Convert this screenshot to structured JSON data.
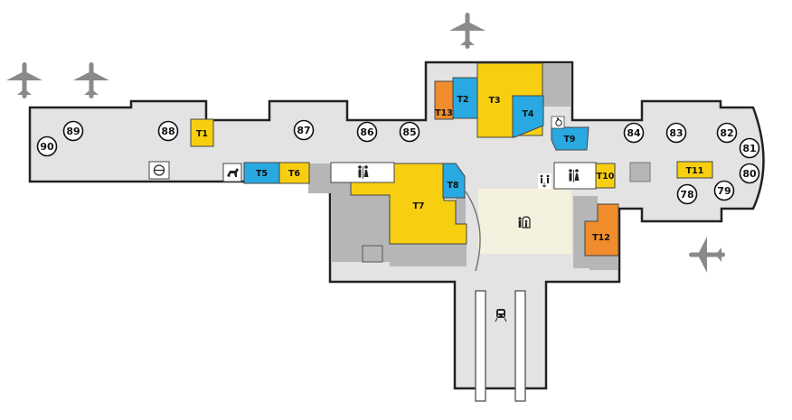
{
  "colors": {
    "floor": "#e3e3e3",
    "outline": "#222222",
    "yellow_shop": "#f8cf10",
    "blue_shop": "#29a9e1",
    "orange_shop": "#f08c2c",
    "gray_block": "#b6b6b6",
    "plaza": "#f4f2de",
    "plane": "#8a8a8a"
  },
  "gates": [
    {
      "id": "g90",
      "label": "90"
    },
    {
      "id": "g89",
      "label": "89"
    },
    {
      "id": "g88",
      "label": "88"
    },
    {
      "id": "g87",
      "label": "87"
    },
    {
      "id": "g86",
      "label": "86"
    },
    {
      "id": "g85",
      "label": "85"
    },
    {
      "id": "g84",
      "label": "84"
    },
    {
      "id": "g83",
      "label": "83"
    },
    {
      "id": "g82",
      "label": "82"
    },
    {
      "id": "g81",
      "label": "81"
    },
    {
      "id": "g80",
      "label": "80"
    },
    {
      "id": "g79",
      "label": "79"
    },
    {
      "id": "g78",
      "label": "78"
    }
  ],
  "shops": {
    "t1": "T1",
    "t2": "T2",
    "t3": "T3",
    "t4": "T4",
    "t5": "T5",
    "t6": "T6",
    "t7": "T7",
    "t8": "T8",
    "t9": "T9",
    "t10": "T10",
    "t11": "T11",
    "t12": "T12",
    "t13": "T13"
  },
  "icons": [
    "airplane-icon",
    "restroom-icon",
    "accessible-icon",
    "pet-relief-icon",
    "atm-icon",
    "family-restroom-icon",
    "elevator-icon",
    "train-icon"
  ]
}
